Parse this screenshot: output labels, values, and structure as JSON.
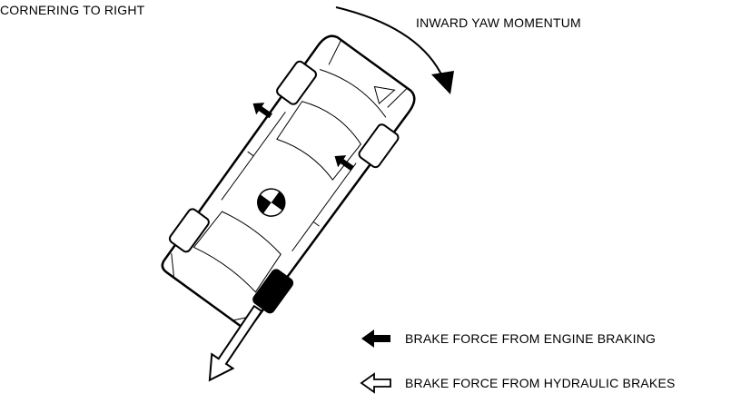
{
  "title": "CORNERING TO RIGHT",
  "yaw_label": "INWARD YAW MOMENTUM",
  "legend": [
    {
      "icon": "solid-arrow-icon",
      "label": "BRAKE FORCE FROM ENGINE BRAKING"
    },
    {
      "icon": "hollow-arrow-icon",
      "label": "BRAKE FORCE FROM HYDRAULIC BRAKES"
    }
  ],
  "colors": {
    "ink": "#000000",
    "paper": "#ffffff"
  }
}
